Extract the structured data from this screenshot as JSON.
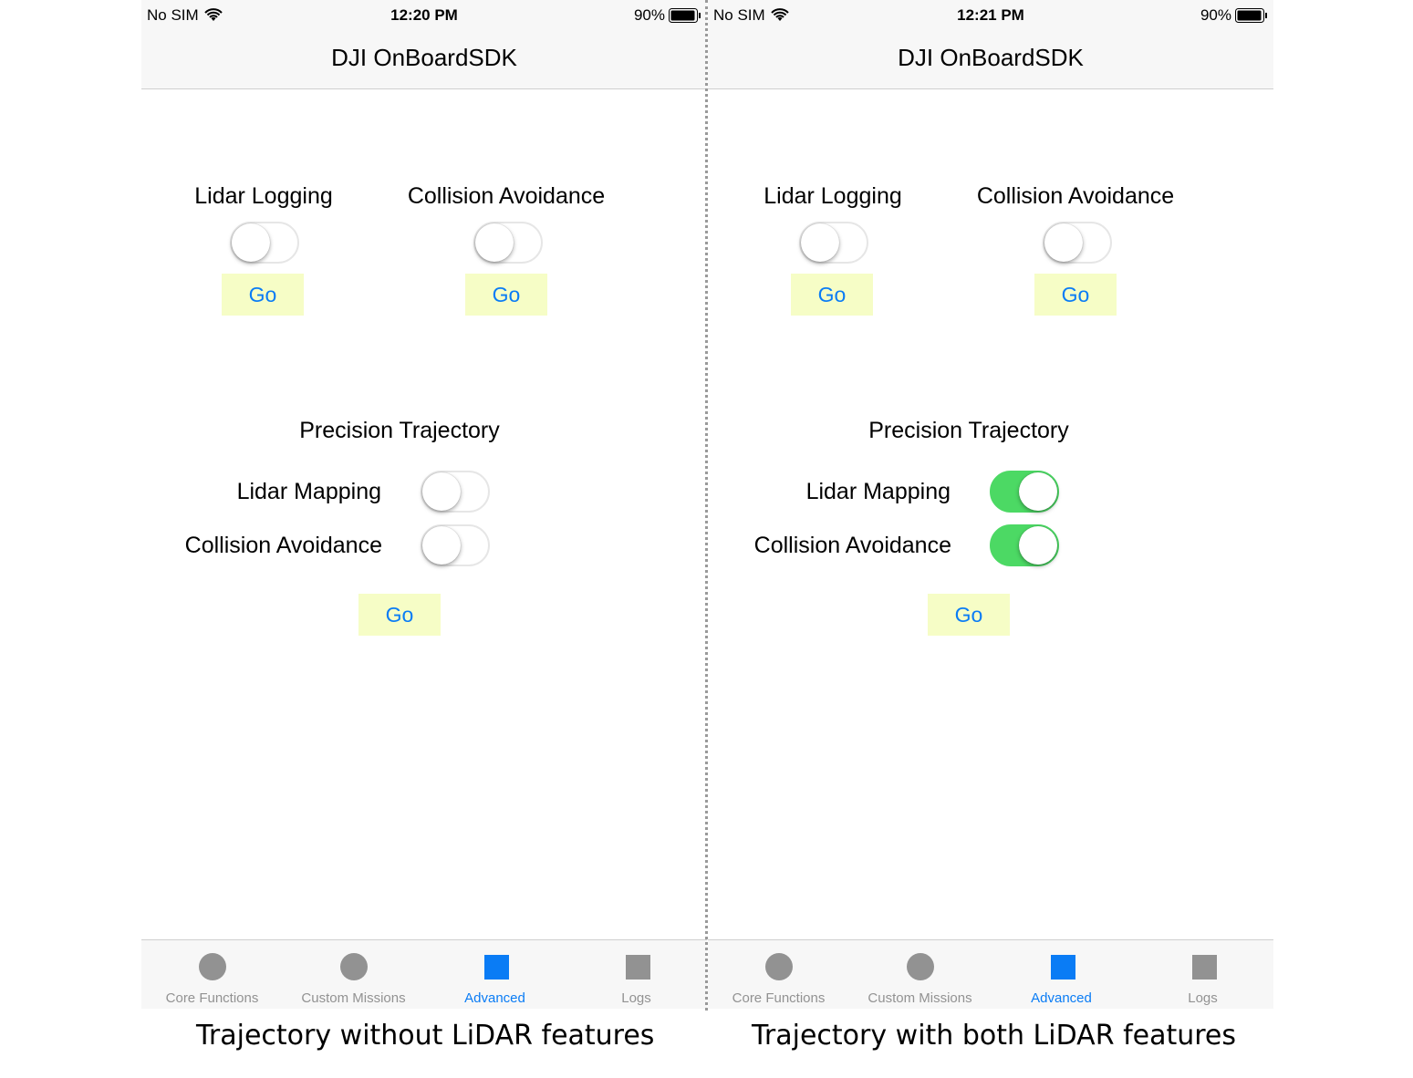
{
  "app_title": "DJI OnBoardSDK",
  "screens": [
    {
      "status": {
        "carrier": "No SIM",
        "time": "12:20 PM",
        "battery": "90%"
      },
      "lidar_logging": {
        "label": "Lidar Logging",
        "enabled": false,
        "go": "Go"
      },
      "collision_top": {
        "label": "Collision Avoidance",
        "enabled": false,
        "go": "Go"
      },
      "precision": {
        "title": "Precision Trajectory",
        "mapping_label": "Lidar Mapping",
        "mapping_enabled": false,
        "collision_label": "Collision Avoidance",
        "collision_enabled": false,
        "go": "Go"
      },
      "tabs": [
        {
          "label": "Core Functions",
          "icon": "circle-icon"
        },
        {
          "label": "Custom Missions",
          "icon": "circle-icon"
        },
        {
          "label": "Advanced",
          "icon": "square-icon",
          "active": true
        },
        {
          "label": "Logs",
          "icon": "square-icon"
        }
      ],
      "caption": "Trajectory without LiDAR features"
    },
    {
      "status": {
        "carrier": "No SIM",
        "time": "12:21 PM",
        "battery": "90%"
      },
      "lidar_logging": {
        "label": "Lidar Logging",
        "enabled": false,
        "go": "Go"
      },
      "collision_top": {
        "label": "Collision Avoidance",
        "enabled": false,
        "go": "Go"
      },
      "precision": {
        "title": "Precision Trajectory",
        "mapping_label": "Lidar Mapping",
        "mapping_enabled": true,
        "collision_label": "Collision Avoidance",
        "collision_enabled": true,
        "go": "Go"
      },
      "tabs": [
        {
          "label": "Core Functions",
          "icon": "circle-icon"
        },
        {
          "label": "Custom Missions",
          "icon": "circle-icon"
        },
        {
          "label": "Advanced",
          "icon": "square-icon",
          "active": true
        },
        {
          "label": "Logs",
          "icon": "square-icon"
        }
      ],
      "caption": "Trajectory with both LiDAR features"
    }
  ],
  "colors": {
    "accent": "#0a7cf5",
    "switch_on": "#4cd964",
    "button_bg": "#f6fdc6",
    "tab_inactive": "#929292"
  }
}
